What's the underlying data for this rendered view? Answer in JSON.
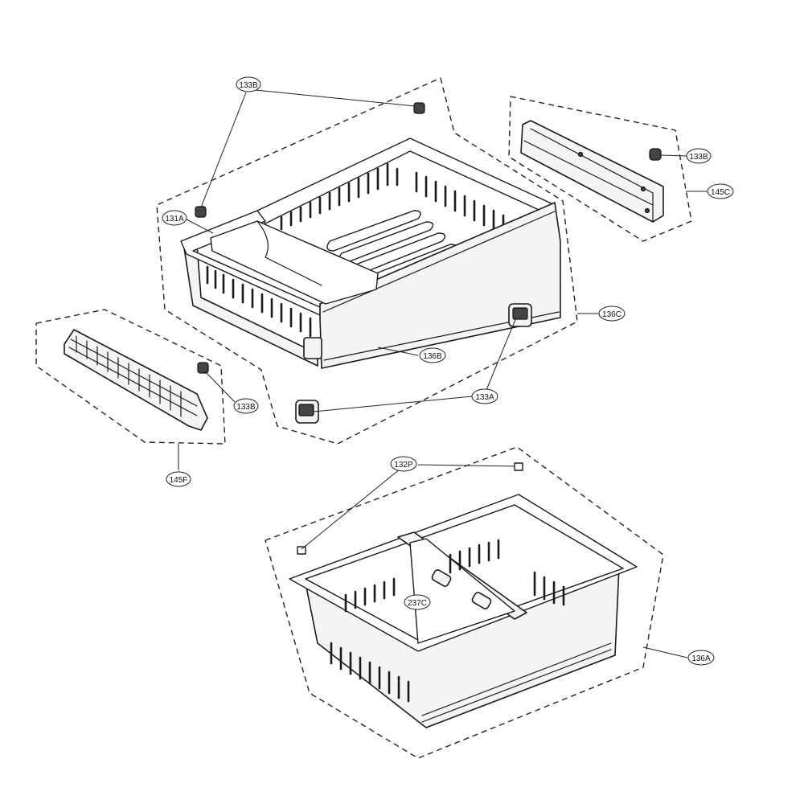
{
  "parts": {
    "p133B_a": "133B",
    "p131A": "131A",
    "p133B_b": "133B",
    "p145C": "145C",
    "p136C": "136C",
    "p136B": "136B",
    "p133A": "133A",
    "p133B_c": "133B",
    "p145F": "145F",
    "p132P": "132P",
    "p237C": "237C",
    "p136A": "136A"
  }
}
